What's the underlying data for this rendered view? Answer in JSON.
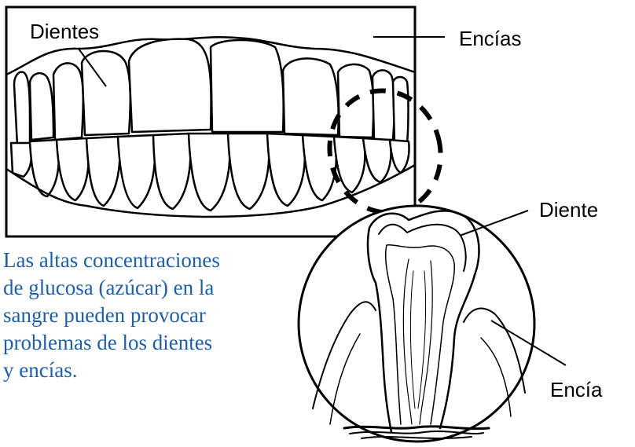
{
  "labels": {
    "teeth": "Dientes",
    "gums": "Encías",
    "tooth": "Diente",
    "gum": "Encía"
  },
  "caption": {
    "lines": [
      "Las altas concentraciones",
      "de glucosa (azúcar) en la",
      "sangre pueden provocar",
      "problemas de los dientes",
      "y encías."
    ]
  },
  "colors": {
    "caption_text": "#1f5fa5",
    "line_art": "#000000"
  }
}
